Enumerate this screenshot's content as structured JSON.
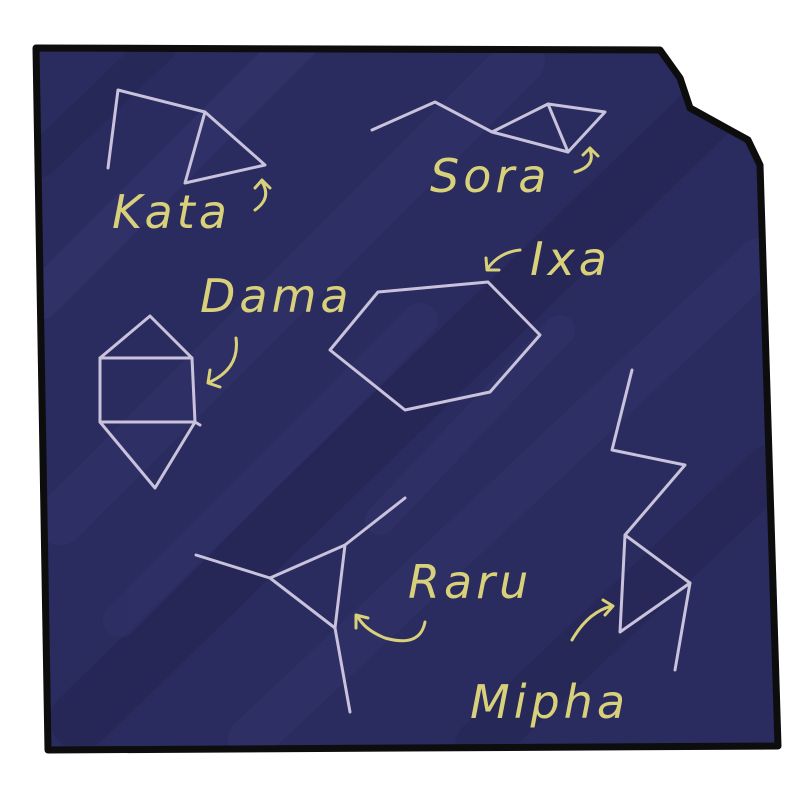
{
  "colors": {
    "sky": "#2a2b5e",
    "sky_dark": "#22234f",
    "sky_light": "#3a3c78",
    "border": "#0d0d0d",
    "lines": "#c9c2dc",
    "labels": "#d9d17a",
    "page": "#ffffff"
  },
  "constellations": [
    {
      "id": "kata",
      "label": "Kata"
    },
    {
      "id": "sora",
      "label": "Sora"
    },
    {
      "id": "ixa",
      "label": "Ixa"
    },
    {
      "id": "dama",
      "label": "Dama"
    },
    {
      "id": "raru",
      "label": "Raru"
    },
    {
      "id": "mipha",
      "label": "Mipha"
    }
  ]
}
